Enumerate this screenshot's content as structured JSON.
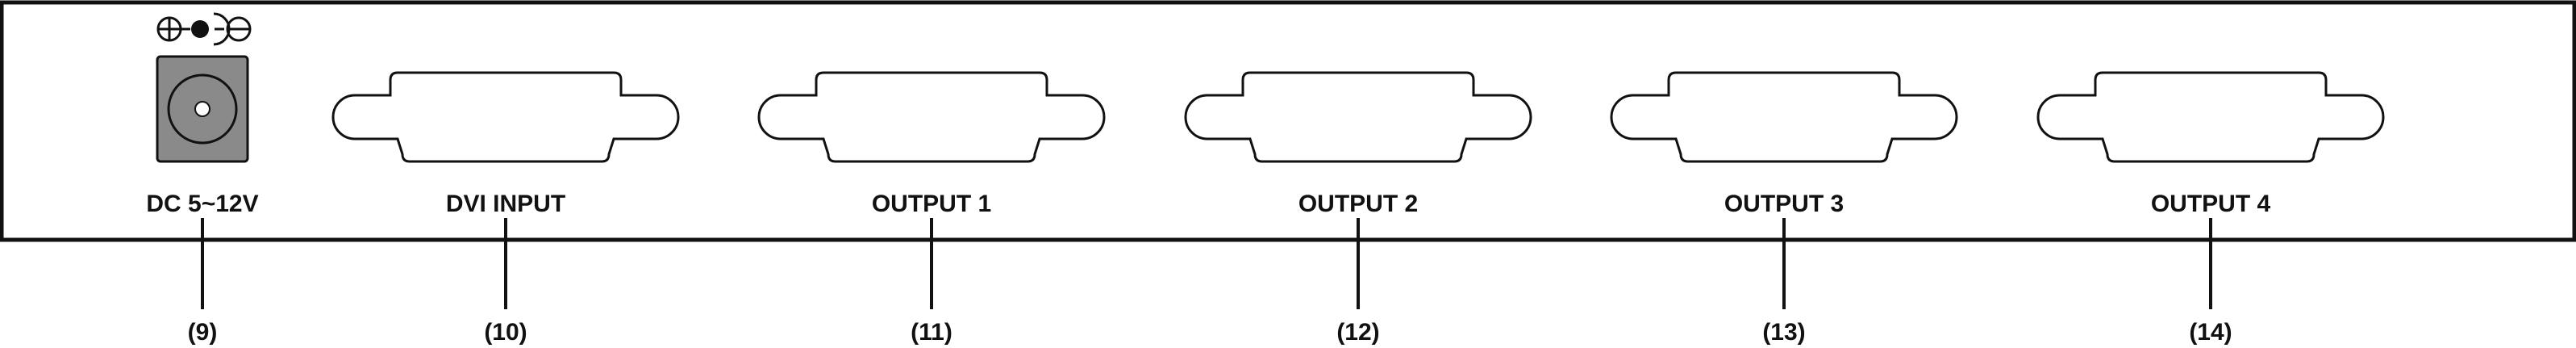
{
  "panel": {
    "power": {
      "label": "DC 5~12V",
      "number": "(9)",
      "polarity_icons": [
        "plus-icon",
        "barrel-center-icon",
        "minus-icon"
      ]
    },
    "ports": [
      {
        "id": "dvi-input",
        "label": "DVI INPUT",
        "number": "(10)"
      },
      {
        "id": "output-1",
        "label": "OUTPUT 1",
        "number": "(11)"
      },
      {
        "id": "output-2",
        "label": "OUTPUT 2",
        "number": "(12)"
      },
      {
        "id": "output-3",
        "label": "OUTPUT 3",
        "number": "(13)"
      },
      {
        "id": "output-4",
        "label": "OUTPUT 4",
        "number": "(14)"
      }
    ]
  },
  "colors": {
    "line": "#111111",
    "jack_body": "#8a8a8a",
    "background": "#ffffff"
  }
}
